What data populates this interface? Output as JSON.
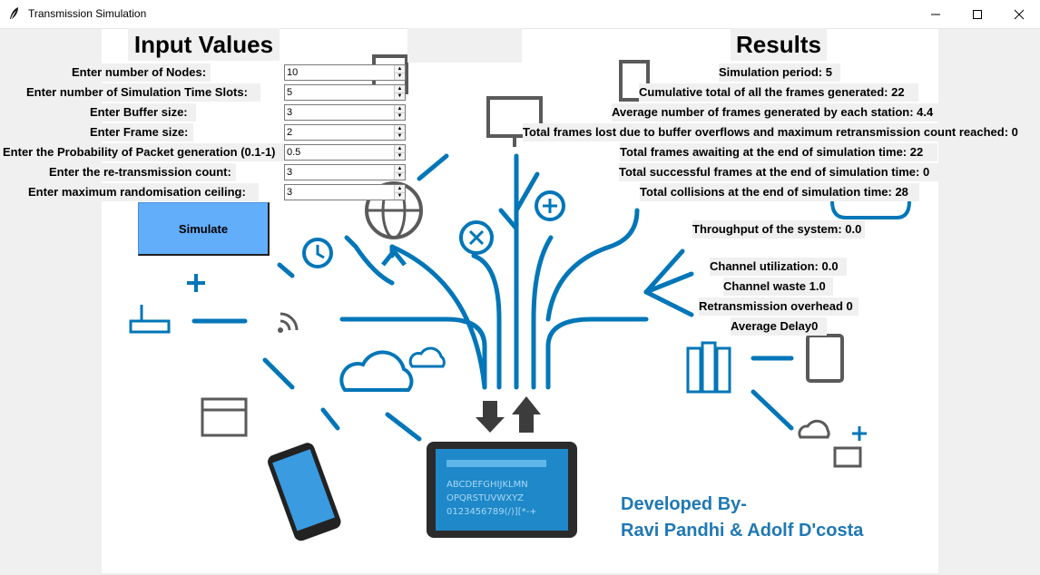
{
  "window": {
    "title": "Transmission Simulation",
    "minimize_icon": "minimize-icon",
    "maximize_icon": "maximize-icon",
    "close_icon": "close-icon"
  },
  "inputs": {
    "heading": "Input Values",
    "fields": [
      {
        "label": "Enter number of Nodes:",
        "value": "10"
      },
      {
        "label": "Enter number of Simulation Time Slots:",
        "value": "5"
      },
      {
        "label": "Enter Buffer size:",
        "value": "3"
      },
      {
        "label": "Enter Frame size:",
        "value": "2"
      },
      {
        "label": "Enter the Probability of Packet generation (0.1-1)",
        "value": "0.5"
      },
      {
        "label": "Enter the re-transmission count:",
        "value": "3"
      },
      {
        "label": "Enter maximum randomisation ceiling:",
        "value": "3"
      }
    ],
    "simulate_label": "Simulate"
  },
  "results": {
    "heading": "Results",
    "lines": [
      "Simulation period: 5",
      "Cumulative total of all the frames generated: 22",
      "Average number of frames generated by each station: 4.4",
      "Total frames lost due to buffer overflows and maximum retransmission count reached:  0",
      "Total frames awaiting at the end of simulation time: 22",
      "Total successful frames at the end of simulation time: 0",
      "Total collisions at the end of simulation time: 28",
      "Throughput of the system: 0.0",
      "Channel utilization: 0.0",
      "Channel waste 1.0",
      "Retransmission overhead 0",
      "Average Delay0"
    ]
  },
  "credits": {
    "line1": "Developed By-",
    "line2": "Ravi Pandhi  & Adolf D'costa"
  },
  "illustration": {
    "text_line1": "ABCDEFGHIJKLMN",
    "text_line2": "OPQRSTUVWXYZ",
    "text_line3": "0123456789(/)][*-+"
  },
  "colors": {
    "accent_blue": "#0076b8",
    "button_blue": "#63aefb",
    "icon_gray": "#5a5a5a"
  }
}
